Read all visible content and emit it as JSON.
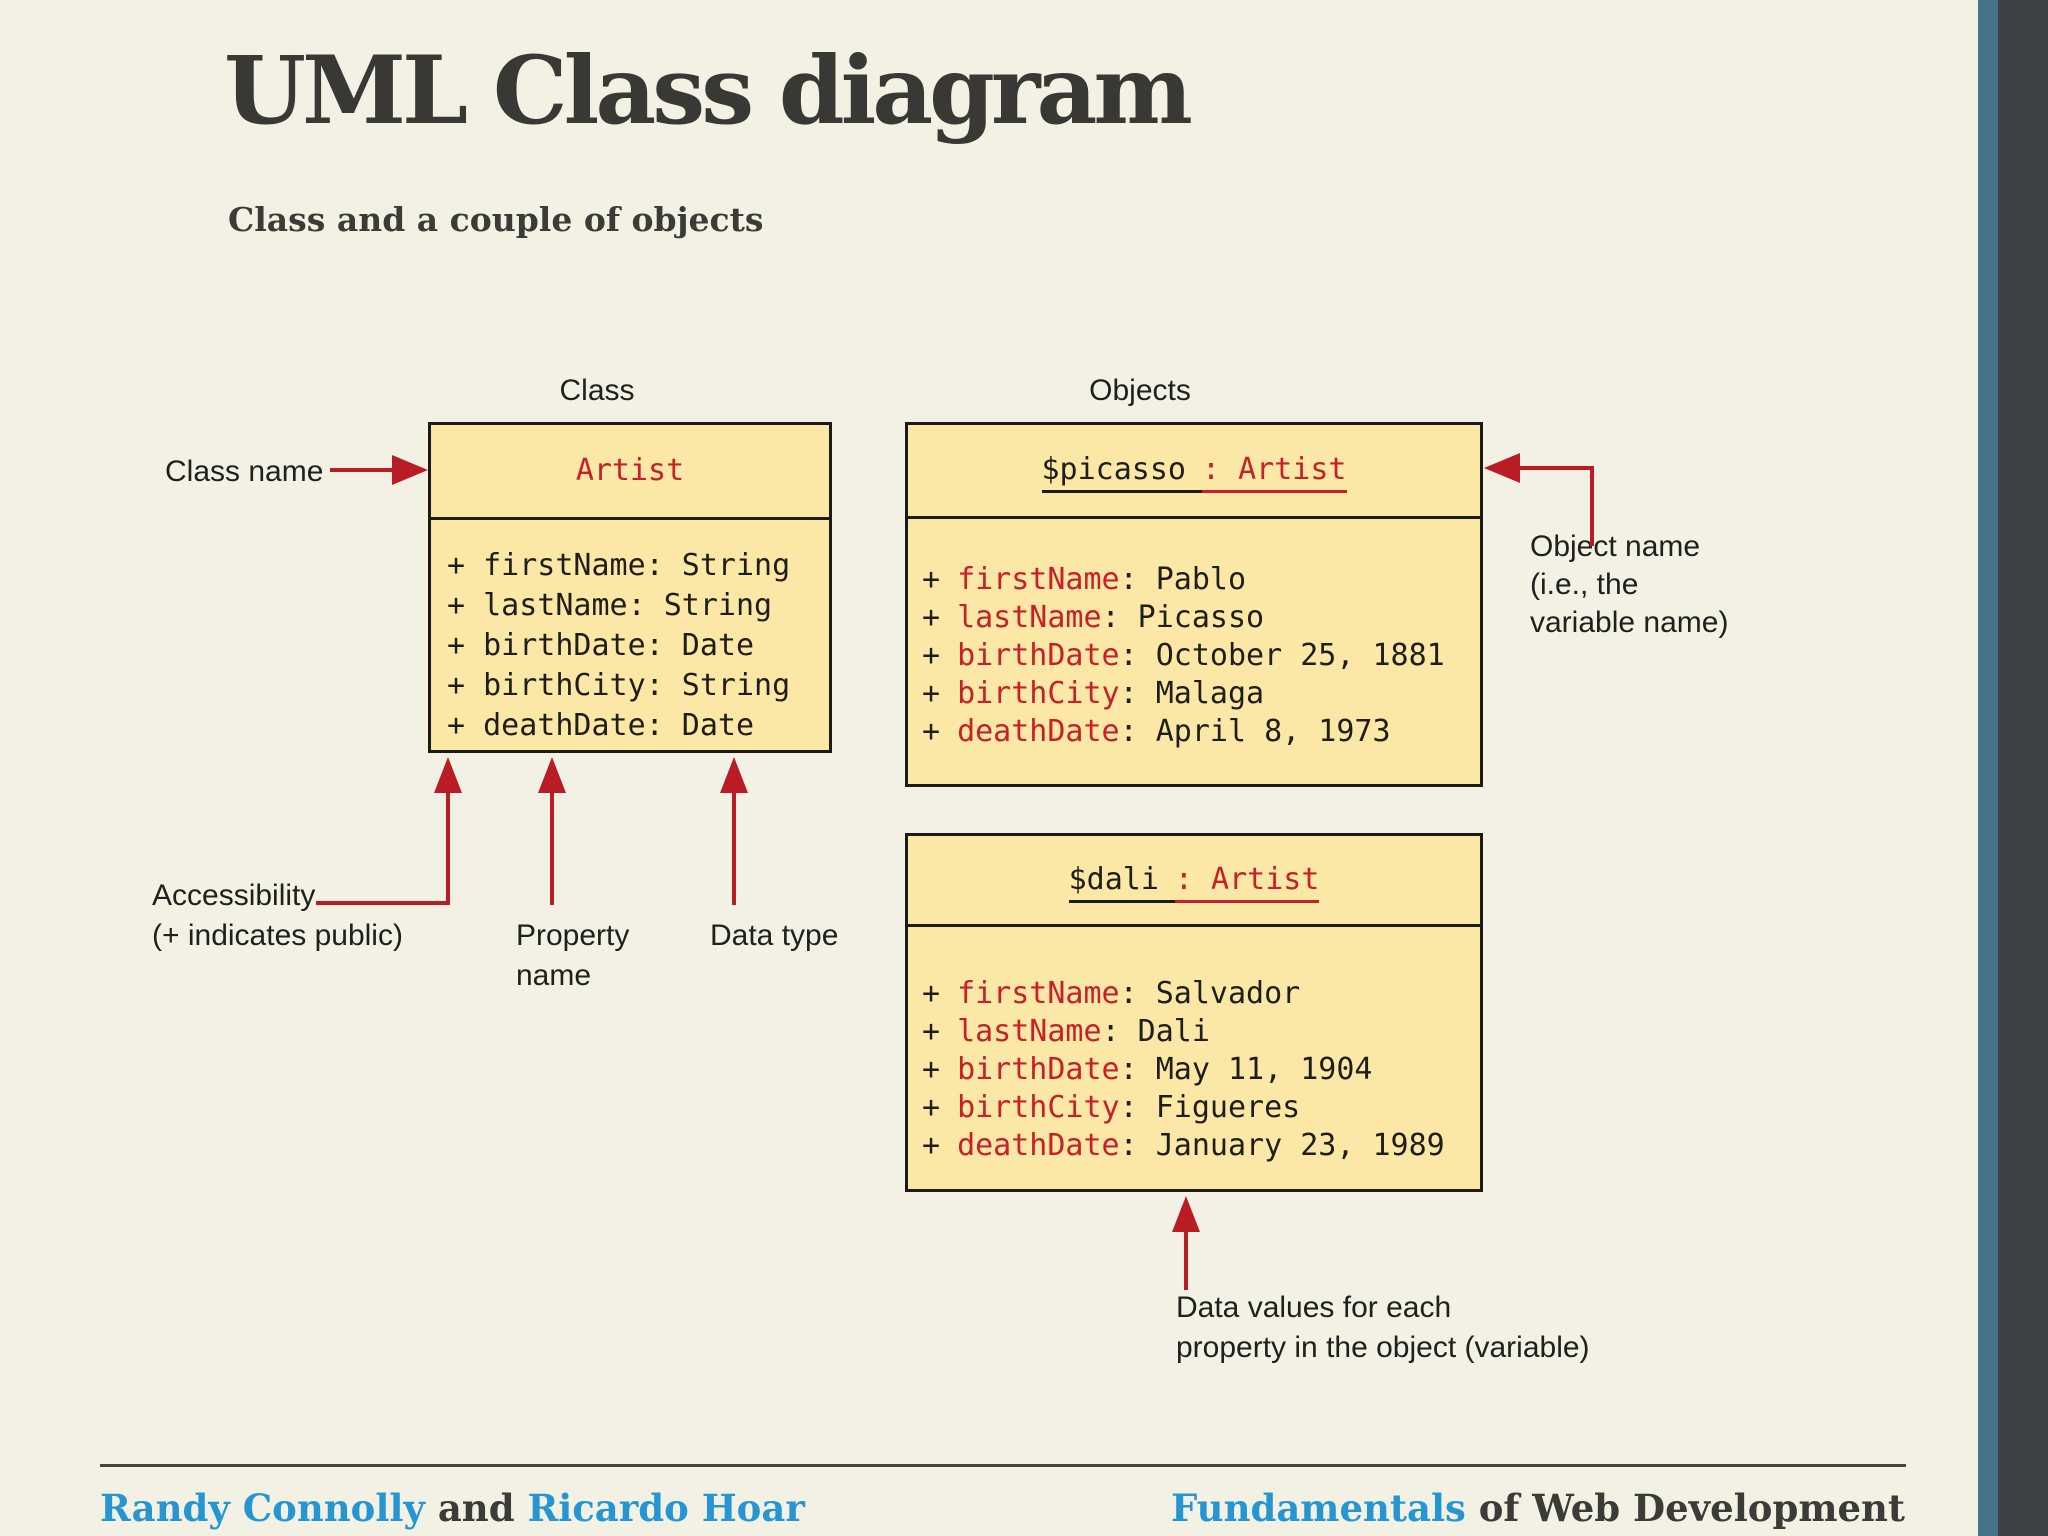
{
  "slide": {
    "title": "UML Class diagram",
    "subtitle": "Class and a couple of objects"
  },
  "sections": {
    "class_label": "Class",
    "objects_label": "Objects"
  },
  "class_box": {
    "name": "Artist",
    "properties": [
      "+ firstName: String",
      "+ lastName: String",
      "+ birthDate: Date",
      "+ birthCity: String",
      "+ deathDate: Date"
    ]
  },
  "objects": [
    {
      "name": "$picasso",
      "type": ": Artist",
      "properties": [
        {
          "plus": "+",
          "name": "firstName",
          "value": ": Pablo"
        },
        {
          "plus": "+",
          "name": "lastName",
          "value": ": Picasso"
        },
        {
          "plus": "+",
          "name": "birthDate",
          "value": ": October 25, 1881"
        },
        {
          "plus": "+",
          "name": "birthCity",
          "value": ": Malaga"
        },
        {
          "plus": "+",
          "name": "deathDate",
          "value": ": April 8, 1973"
        }
      ]
    },
    {
      "name": "$dali",
      "type": ": Artist",
      "properties": [
        {
          "plus": "+",
          "name": "firstName",
          "value": ": Salvador"
        },
        {
          "plus": "+",
          "name": "lastName",
          "value": ": Dali"
        },
        {
          "plus": "+",
          "name": "birthDate",
          "value": ": May 11, 1904"
        },
        {
          "plus": "+",
          "name": "birthCity",
          "value": ": Figueres"
        },
        {
          "plus": "+",
          "name": "deathDate",
          "value": ": January 23, 1989"
        }
      ]
    }
  ],
  "annotations": {
    "class_name": "Class name",
    "object_name_lines": [
      "Object name",
      "(i.e., the",
      "variable name)"
    ],
    "accessibility_lines": [
      "Accessibility",
      "(+ indicates public)"
    ],
    "property_name_lines": [
      "Property",
      "name"
    ],
    "data_type": "Data type",
    "data_values_lines": [
      "Data values for each",
      "property in the object (variable)"
    ]
  },
  "footer": {
    "author_1": "Randy Connolly",
    "conjunction": " and ",
    "author_2": "Ricardo Hoar",
    "book_highlight": "Fundamentals",
    "book_rest": " of Web Development"
  },
  "colors": {
    "background": "#F2F1E3",
    "box_fill": "#FBE8A6",
    "box_border": "#1C1B19",
    "red_text": "#C8202A",
    "arrow_red": "#B91C24",
    "footer_blue": "#2696D3",
    "sidebar_teal": "#45748B",
    "sidebar_dark": "#3E4144"
  }
}
